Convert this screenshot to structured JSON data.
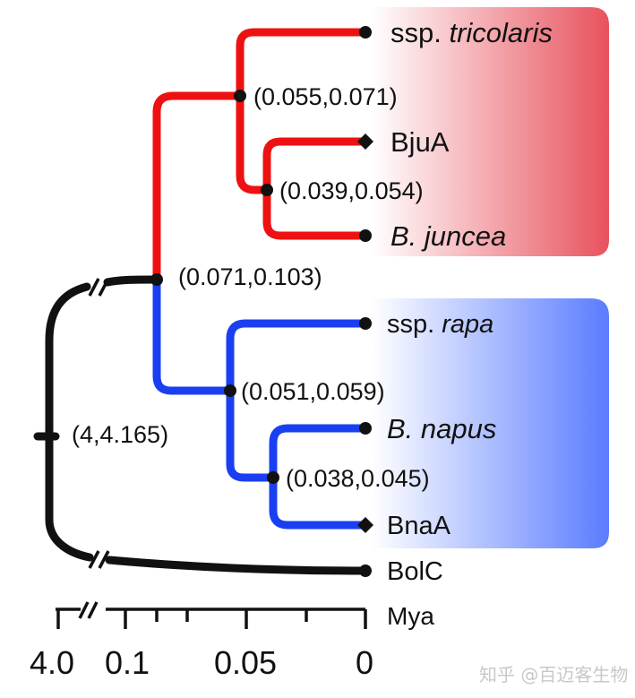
{
  "tips": {
    "tricolaris_prefix": "ssp. ",
    "tricolaris_name": "tricolaris",
    "bjua": "BjuA",
    "juncea": "B. juncea",
    "rapa_prefix": "ssp. ",
    "rapa_name": "rapa",
    "napus": "B. napus",
    "bnaa": "BnaA",
    "bolc": "BolC"
  },
  "nodes": {
    "n_tric_bjua": "(0.055,0.071)",
    "n_bjua_juncea": "(0.039,0.054)",
    "n_ab": "(0.071,0.103)",
    "n_rapa_napus": "(0.051,0.059)",
    "n_napus_bnaa": "(0.038,0.045)",
    "n_root": "(4,4.165)"
  },
  "axis": {
    "unit": "Mya",
    "ticks": [
      "4.0",
      "0.1",
      "0.05",
      "0"
    ]
  },
  "colors": {
    "clade_red": "#ee1111",
    "clade_blue": "#1a3ff2",
    "outgroup": "#111111",
    "box_red": "#e8525e",
    "box_blue": "#5a7cff"
  },
  "watermark": "知乎 @百迈客生物"
}
